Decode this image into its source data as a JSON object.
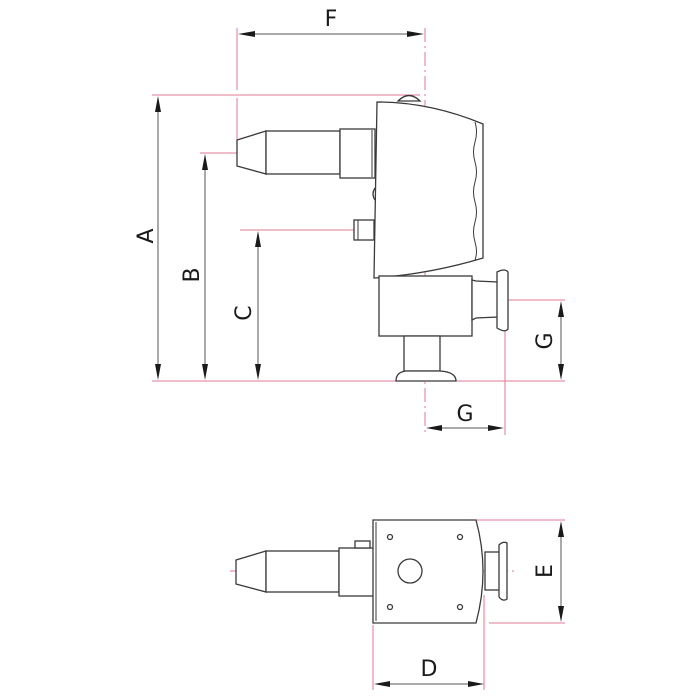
{
  "drawing": {
    "type": "technical dimensional drawing",
    "subject": "vacuum gauge with angled flange connections",
    "views": [
      "side elevation",
      "top view"
    ],
    "colors": {
      "outline": "#3a3a3a",
      "extension_lines": "#e07a93",
      "dimension_lines": "#555555",
      "arrows": "#1a1a1a",
      "background": "#ffffff"
    }
  },
  "dimensions": {
    "A": "A",
    "B": "B",
    "C": "C",
    "D": "D",
    "E": "E",
    "F": "F",
    "G_vertical": "G",
    "G_horizontal": "G"
  }
}
